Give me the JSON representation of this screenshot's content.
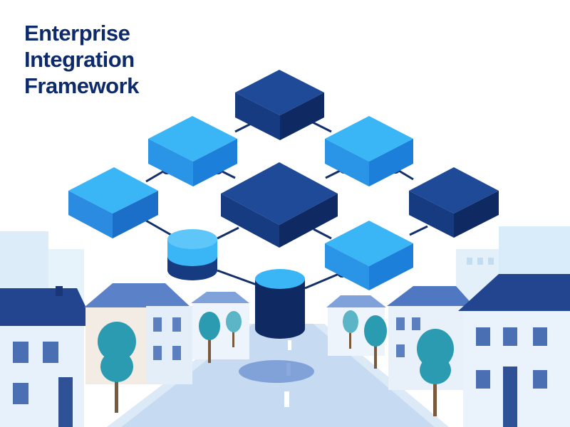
{
  "title": {
    "lines": [
      "Enterprise",
      "Integration",
      "Framework"
    ]
  },
  "colors": {
    "title": "#0d2a6b",
    "node_dark_top": "#1f4a97",
    "node_dark_side": "#0f2a63",
    "node_light_top": "#38b6f5",
    "node_light_side": "#1c7fd9",
    "connector": "#14306a",
    "sky_building": "#d9ecf9",
    "house_wall": "#eef5fc",
    "roof": "#23448f",
    "window": "#4a6fb3",
    "road": "#c4d9f0",
    "tree_crown": "#2a9bb0",
    "trunk": "#7a5a3c"
  },
  "icons": [
    "database-cylinder-icon",
    "cube-node-icon",
    "house-icon",
    "tree-icon"
  ]
}
